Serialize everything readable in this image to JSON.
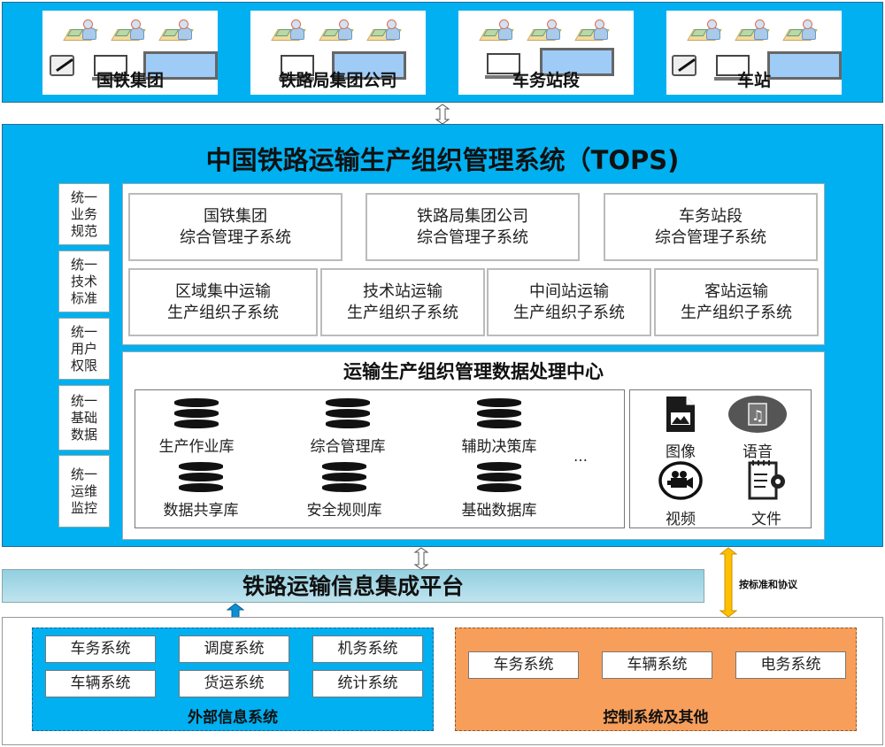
{
  "top_orgs": [
    {
      "label": "国铁集团",
      "devices": [
        "tablet-pen-icon",
        "desktop-monitor-icon",
        "large-display-icon"
      ]
    },
    {
      "label": "铁路局集团公司",
      "devices": [
        "desktop-monitor-icon",
        "large-display-icon"
      ]
    },
    {
      "label": "车务站段",
      "devices": [
        "desktop-monitor-icon",
        "large-display-icon"
      ]
    },
    {
      "label": "车站",
      "devices": [
        "tablet-pen-icon",
        "desktop-monitor-icon",
        "large-display-icon"
      ]
    }
  ],
  "tops": {
    "title": "中国铁路运输生产组织管理系统（TOPS)",
    "unify": [
      {
        "lines": [
          "统一",
          "业务",
          "规范"
        ]
      },
      {
        "lines": [
          "统一",
          "技术",
          "标准"
        ]
      },
      {
        "lines": [
          "统一",
          "用户",
          "权限"
        ]
      },
      {
        "lines": [
          "统一",
          "基础",
          "数据"
        ]
      },
      {
        "lines": [
          "统一",
          "运维",
          "监控"
        ]
      }
    ],
    "mgmt_subsystems": [
      {
        "line1": "国铁集团",
        "line2": "综合管理子系统"
      },
      {
        "line1": "铁路局集团公司",
        "line2": "综合管理子系统"
      },
      {
        "line1": "车务站段",
        "line2": "综合管理子系统"
      }
    ],
    "prod_subsystems": [
      {
        "line1": "区域集中运输",
        "line2": "生产组织子系统"
      },
      {
        "line1": "技术站运输",
        "line2": "生产组织子系统"
      },
      {
        "line1": "中间站运输",
        "line2": "生产组织子系统"
      },
      {
        "line1": "客站运输",
        "line2": "生产组织子系统"
      }
    ],
    "data_center": {
      "title": "运输生产组织管理数据处理中心",
      "databases": [
        "生产作业库",
        "综合管理库",
        "辅助决策库",
        "数据共享库",
        "安全规则库",
        "基础数据库"
      ],
      "more": "…",
      "media": [
        {
          "label": "图像",
          "icon": "image-file-icon"
        },
        {
          "label": "语音",
          "icon": "audio-file-icon"
        },
        {
          "label": "视频",
          "icon": "video-camera-icon"
        },
        {
          "label": "文件",
          "icon": "document-settings-icon"
        }
      ]
    }
  },
  "platform": {
    "title": "铁路运输信息集成平台"
  },
  "protocol_label": "按标准和协议",
  "external": {
    "title": "外部信息系统",
    "systems": [
      "车务系统",
      "调度系统",
      "机务系统",
      "车辆系统",
      "货运系统",
      "统计系统"
    ]
  },
  "control": {
    "title": "控制系统及其他",
    "systems": [
      "车务系统",
      "车辆系统",
      "电务系统"
    ]
  },
  "colors": {
    "tops_blue": "#00b0f0",
    "platform_gradient": "#92cfe0",
    "control_orange": "#f79e5a",
    "arrow_yellow": "#ffc000",
    "arrow_blue": "#0b8fd6"
  }
}
